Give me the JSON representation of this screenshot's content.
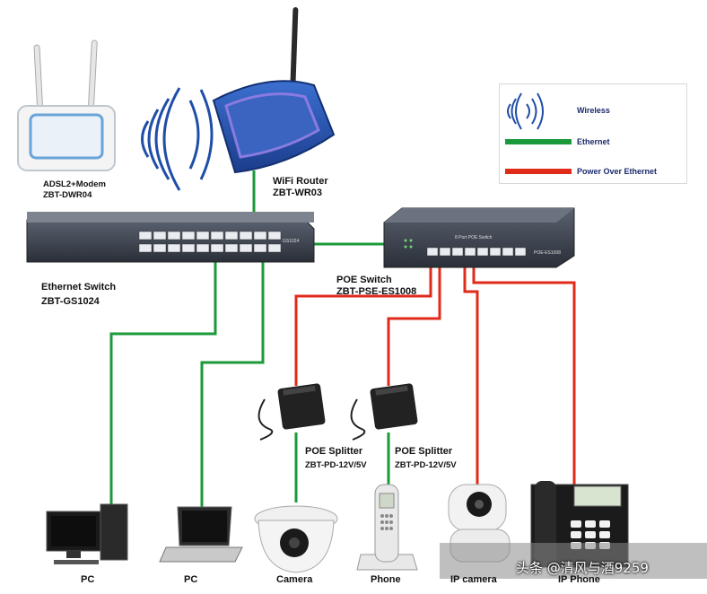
{
  "legend": {
    "wireless": "Wireless",
    "ethernet": "Ethernet",
    "poe": "Power Over Ethernet",
    "colors": {
      "ethernet": "#1a9a3a",
      "poe": "#e02a1a",
      "wireless": "#1f4ea8"
    }
  },
  "modem": {
    "line1": "ADSL2+Modem",
    "line2": "ZBT-DWR04"
  },
  "router": {
    "line1": "WiFi Router",
    "line2": "ZBT-WR03"
  },
  "eth_switch": {
    "line1": "Ethernet Switch",
    "line2": "ZBT-GS1024",
    "panel_text": "GS1024"
  },
  "poe_switch": {
    "line1": "POE Switch",
    "line2": "ZBT-PSE-ES1008",
    "panel_text": "8 Port POE Switch",
    "model_text": "POE-ES1008"
  },
  "splitters": [
    {
      "line1": "POE Splitter",
      "line2": "ZBT-PD-12V/5V"
    },
    {
      "line1": "POE Splitter",
      "line2": "ZBT-PD-12V/5V"
    }
  ],
  "devices": {
    "pc1": "PC",
    "pc2": "PC",
    "camera": "Camera",
    "phone": "Phone",
    "ipcamera": "IP camera",
    "ipphone": "IP Phone"
  },
  "watermark": "头条 @清风与酒9259"
}
